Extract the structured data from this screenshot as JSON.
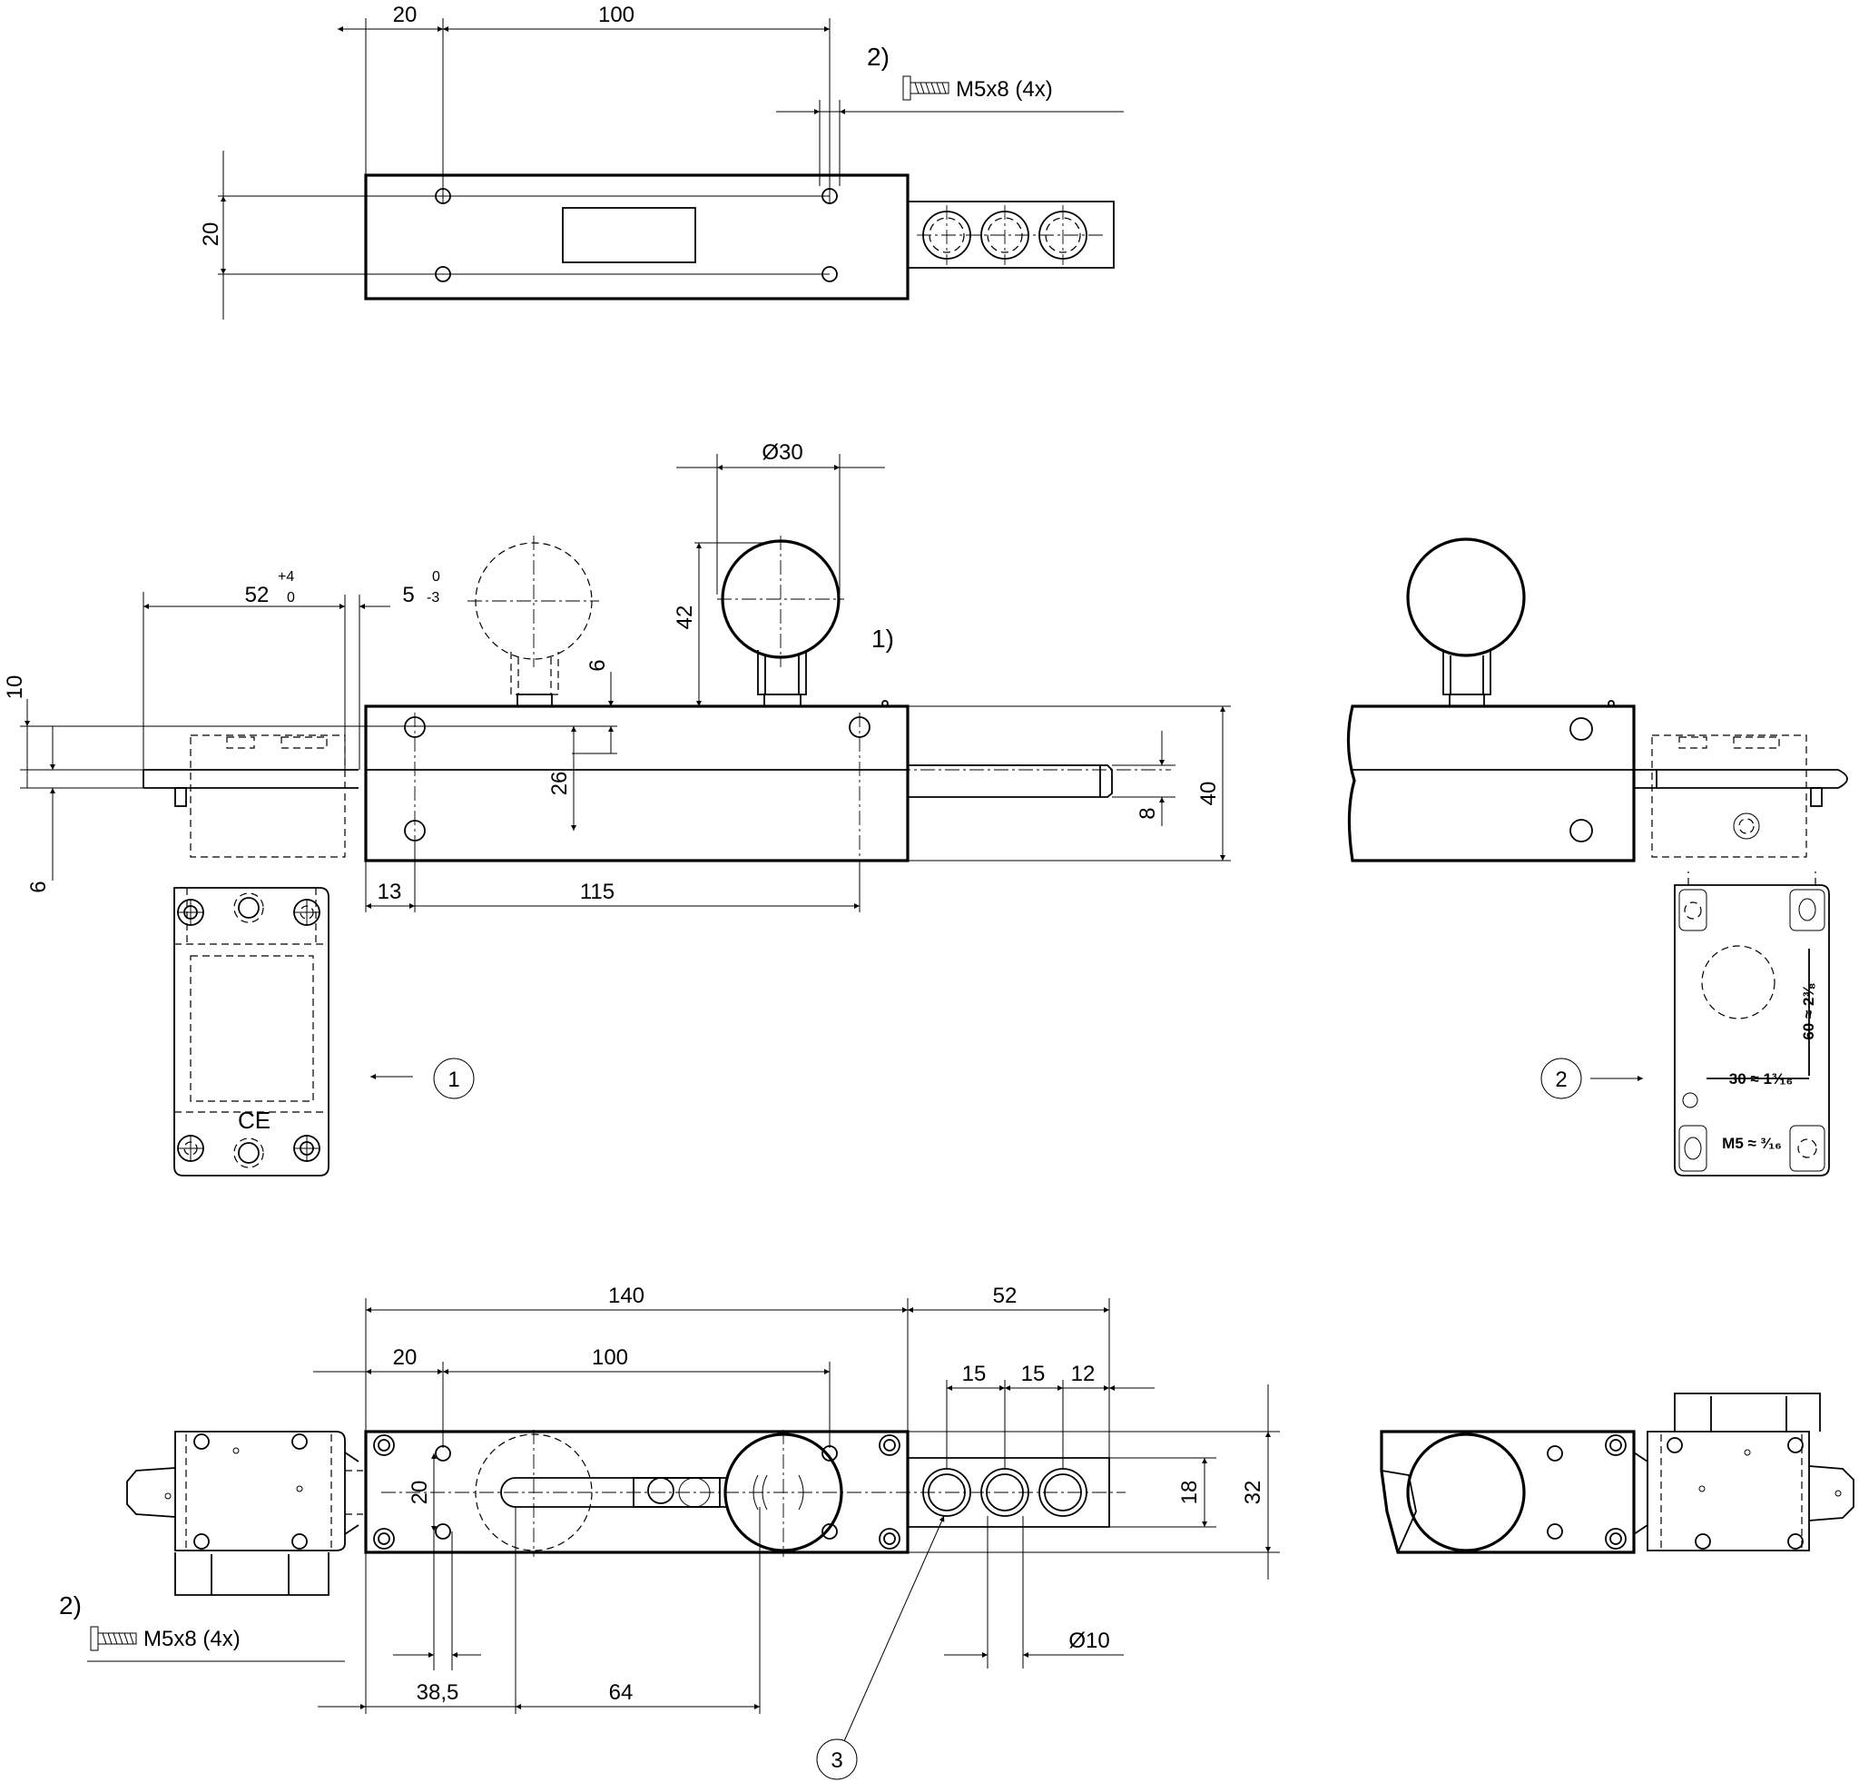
{
  "dimensions": {
    "top_20": "20",
    "top_100": "100",
    "top_left_20": "20",
    "mid_52": "52",
    "mid_52_tol_upper": "+4",
    "mid_52_tol_lower": "0",
    "mid_5": "5",
    "mid_5_tol_upper": "0",
    "mid_5_tol_lower": "-3",
    "mid_d30": "Ø30",
    "mid_42": "42",
    "mid_6_top": "6",
    "mid_10": "10",
    "mid_26": "26",
    "mid_6_left": "6",
    "mid_13": "13",
    "mid_115": "115",
    "mid_8": "8",
    "mid_40": "40",
    "bot_140": "140",
    "bot_52": "52",
    "bot_20": "20",
    "bot_100": "100",
    "bot_15a": "15",
    "bot_15b": "15",
    "bot_12": "12",
    "bot_20_vert": "20",
    "bot_18": "18",
    "bot_32": "32",
    "bot_d10": "Ø10",
    "bot_385": "38,5",
    "bot_64": "64"
  },
  "notes": {
    "note2_top": "2)",
    "screw_top": "M5x8 (4x)",
    "note1": "1)",
    "note2_bottom": "2)",
    "screw_bottom": "M5x8 (4x)"
  },
  "view_markers": {
    "marker1": "1",
    "marker2": "2",
    "marker3": "3"
  },
  "side_plate": {
    "dim_60": "60 ≈ 2⅜",
    "dim_30": "30 ≈ 1³⁄₁₆",
    "dim_m5": "M5 ≈ ³⁄₁₆"
  },
  "ce_mark": "CE"
}
